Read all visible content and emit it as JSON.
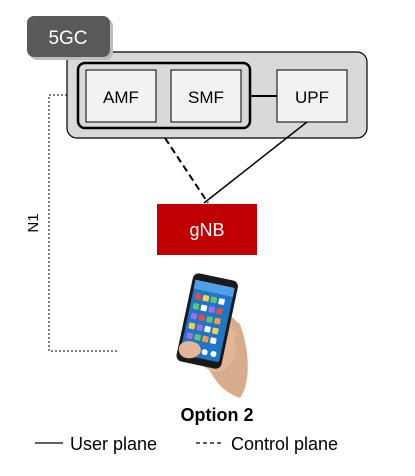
{
  "core": {
    "label": "5GC",
    "amf": "AMF",
    "smf": "SMF",
    "upf": "UPF"
  },
  "ran": {
    "gnb": "gNB"
  },
  "interface": {
    "n1": "N1"
  },
  "caption": "Option 2",
  "legend": {
    "user_plane": "User plane",
    "control_plane": "Control plane"
  },
  "colors": {
    "gnb_fill": "#c00000",
    "core_tag_fill": "#595959",
    "core_box_fill": "#d9d9d9",
    "nf_fill": "#f2f2f2"
  },
  "icons": [
    "smartphone-in-hand-icon"
  ]
}
